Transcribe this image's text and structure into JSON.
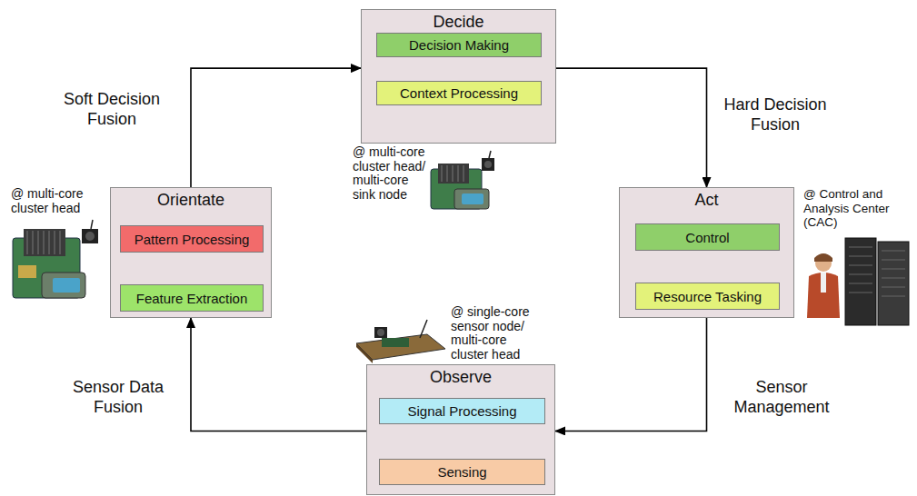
{
  "diagram": {
    "nodes": [
      {
        "text": [
          "Decide"
        ]
      },
      {
        "text": [
          "Decision Making"
        ],
        "in": 0
      },
      {
        "text": [
          "Context Processing"
        ],
        "in": 0
      },
      {
        "text": [
          "Orientate"
        ]
      },
      {
        "text": [
          "Pattern Processing"
        ],
        "in": 3
      },
      {
        "text": [
          "Feature Extraction"
        ],
        "in": 3
      },
      {
        "text": [
          "Act"
        ]
      },
      {
        "text": [
          "Control"
        ],
        "in": 6
      },
      {
        "text": [
          "Resource Tasking"
        ],
        "in": 6
      },
      {
        "text": [
          "Observe"
        ]
      },
      {
        "text": [
          "Signal Processing"
        ],
        "in": 9
      },
      {
        "text": [
          "Sensing"
        ],
        "in": 9
      }
    ],
    "edges": [
      {
        "from": 3,
        "to": 0,
        "label": "Soft Decision Fusion",
        "arrow": "to"
      },
      {
        "from": 0,
        "to": 6,
        "label": "Hard Decision Fusion",
        "arrow": "to"
      },
      {
        "from": 6,
        "to": 9,
        "label": "Sensor Management",
        "arrow": "to"
      },
      {
        "from": 9,
        "to": 3,
        "label": "Sensor Data Fusion",
        "arrow": "to"
      },
      {
        "from": 1,
        "to": 2,
        "arrow": "both"
      },
      {
        "from": 4,
        "to": 5,
        "arrow": "both"
      },
      {
        "from": 7,
        "to": 8,
        "arrow": "both"
      },
      {
        "from": 10,
        "to": 11,
        "arrow": "both"
      }
    ],
    "labels": [
      "@ multi-core cluster head/ multi-core sink node",
      "@ multi-core cluster head",
      "@ Control and Analysis Center (CAC)",
      "@ single-core sensor node/ multi-core cluster head"
    ]
  }
}
